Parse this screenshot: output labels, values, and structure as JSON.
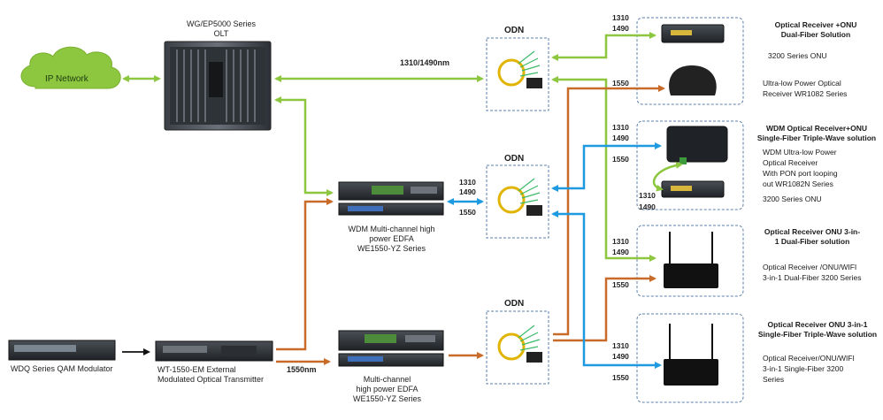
{
  "colors": {
    "green": "#8dc63f",
    "orange": "#c86b28",
    "blue": "#1e9ae0",
    "black": "#111111",
    "cloud": "#8dc63f",
    "dashed": "#5a7fa8"
  },
  "network": {
    "label": "IP Network"
  },
  "olt": {
    "title": "WG/EP5000 Series",
    "subtitle": "OLT"
  },
  "olt_link": {
    "wavelength": "1310/1490nm"
  },
  "edfa_wdm": {
    "lines": [
      "WDM Multi-channel high",
      "power EDFA",
      "WE1550-YZ Series"
    ],
    "wave_a": "1310",
    "wave_b": "1490",
    "wave_c": "1550"
  },
  "qam": {
    "label": "WDQ Series QAM Modulator"
  },
  "transmitter": {
    "lines": [
      "WT-1550-EM External",
      "Modulated Optical Transmitter"
    ],
    "wavelength": "1550nm"
  },
  "edfa": {
    "lines": [
      "Multi-channel",
      "high power EDFA",
      "WE1550-YZ Series"
    ]
  },
  "odn": {
    "label": "ODN"
  },
  "solutions": [
    {
      "title_lines": [
        "Optical Receiver +ONU",
        "Dual-Fiber Solution"
      ],
      "waves_top": [
        "1310",
        "1490"
      ],
      "wave_bottom": "1550",
      "text_a": [
        "3200 Series ONU"
      ],
      "text_b": [
        "Ultra-low Power Optical",
        "Receiver WR1082 Series"
      ]
    },
    {
      "title_lines": [
        "WDM Optical Receiver+ONU",
        "Single-Fiber Triple-Wave solution"
      ],
      "waves_top": [
        "1310",
        "1490",
        "1550"
      ],
      "waves_inner": [
        "1310",
        "1490"
      ],
      "text_a": [
        "WDM Ultra-low Power",
        "Optical Receiver",
        "With PON port looping",
        "out WR1082N Series"
      ],
      "text_b": [
        "3200 Series ONU"
      ]
    },
    {
      "title_lines": [
        "Optical Receiver ONU 3-in-",
        "1 Dual-Fiber solution"
      ],
      "waves_top": [
        "1310",
        "1490"
      ],
      "wave_bottom": "1550",
      "text_a": [
        "Optical Receiver /ONU/WIFI",
        "3-in-1 Dual-Fiber 3200 Series"
      ]
    },
    {
      "title_lines": [
        "Optical Receiver ONU 3-in-1",
        "Single-Fiber Triple-Wave solution"
      ],
      "waves_top": [
        "1310",
        "1490"
      ],
      "wave_bottom": "1550",
      "text_a": [
        "Optical Receiver/ONU/WIFI",
        "3-in-1 Single-Fiber 3200",
        "Series"
      ]
    }
  ]
}
